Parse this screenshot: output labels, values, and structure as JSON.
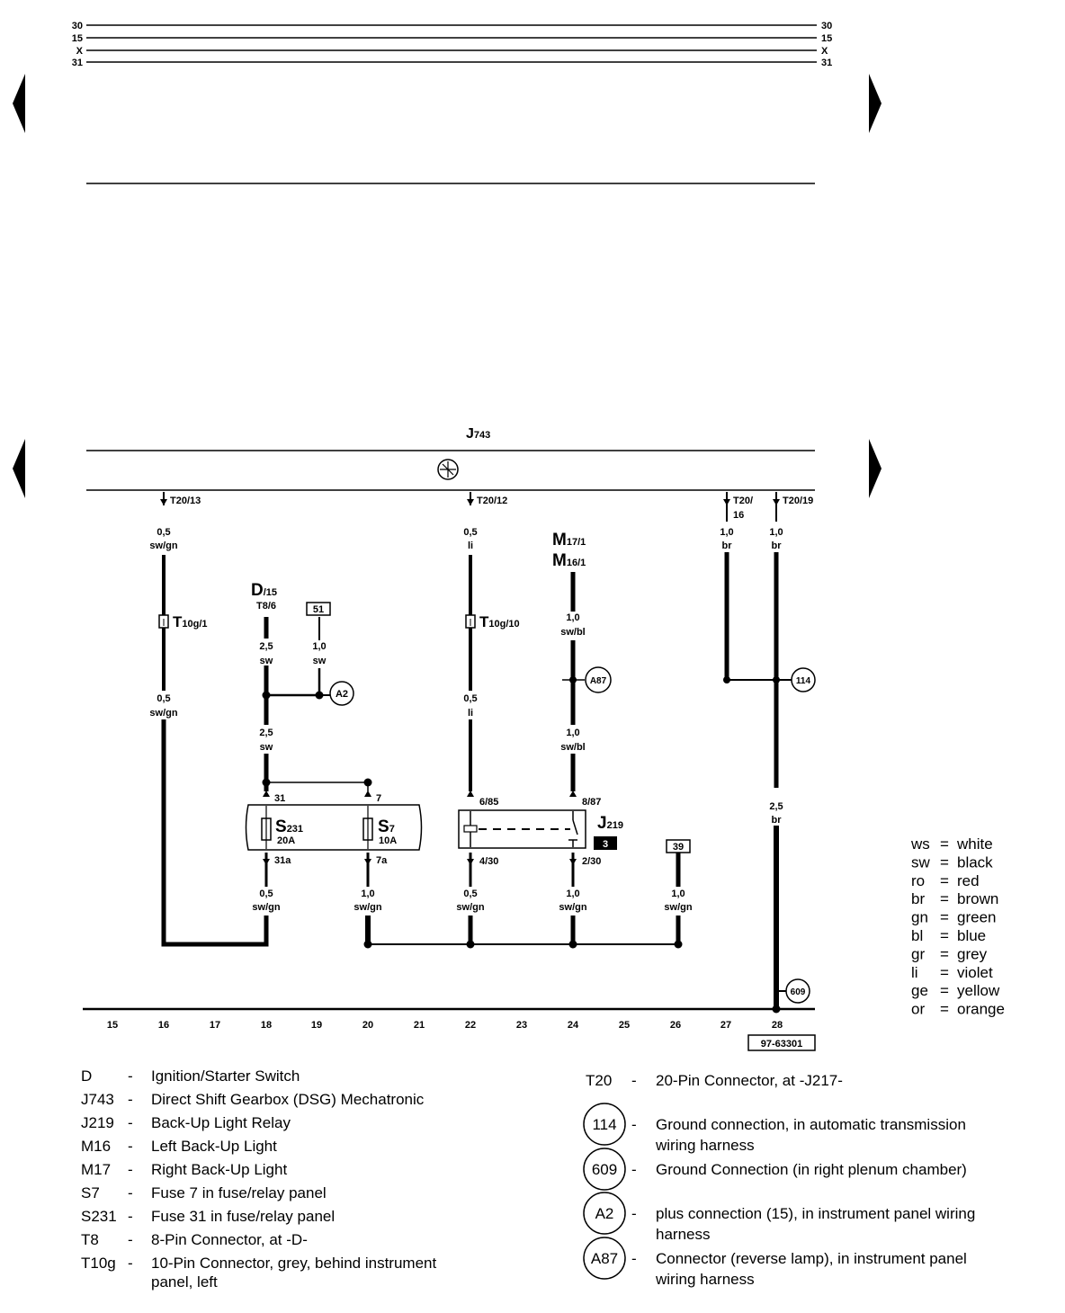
{
  "rails": {
    "left": [
      "30",
      "15",
      "X",
      "31"
    ],
    "right": [
      "30",
      "15",
      "X",
      "31"
    ]
  },
  "component_top": {
    "name": "J",
    "sub": "743",
    "pins": [
      "T20/13",
      "T20/12",
      "T20/",
      "16",
      "T20/19"
    ]
  },
  "wires": {
    "w1_top": [
      "0,5",
      "sw/gn"
    ],
    "w1_mid": [
      "0,5",
      "sw/gn"
    ],
    "w2_top": [
      "0,5",
      "li"
    ],
    "w2_mid": [
      "0,5",
      "li"
    ],
    "w3_top": [
      "1,0",
      "br"
    ],
    "w4_top": [
      "1,0",
      "br"
    ],
    "w4_mid": [
      "2,5",
      "br"
    ],
    "d_wire": [
      "2,5",
      "sw"
    ],
    "d_wire2": [
      "2,5",
      "sw"
    ],
    "c51_wire": [
      "1,0",
      "sw"
    ],
    "m_wire": [
      "1,0",
      "sw/bl"
    ],
    "m_wire2": [
      "1,0",
      "sw/bl"
    ],
    "b1": [
      "0,5",
      "sw/gn"
    ],
    "b2": [
      "1,0",
      "sw/gn"
    ],
    "b3": [
      "0,5",
      "sw/gn"
    ],
    "b4": [
      "1,0",
      "sw/gn"
    ],
    "b5": [
      "1,0",
      "sw/gn"
    ]
  },
  "connectors": {
    "t10g1": {
      "name": "T",
      "sub": "10g/1"
    },
    "t10g10": {
      "name": "T",
      "sub": "10g/10"
    }
  },
  "d_switch": {
    "name": "D",
    "sub": "/15",
    "pin": "T8/6"
  },
  "m_lights": {
    "m17": "M",
    "m17_sub": "17/1",
    "m16": "M",
    "m16_sub": "16/1"
  },
  "boxes": {
    "b51": "51",
    "b39": "39",
    "b3": "3"
  },
  "circles": {
    "a2": "A2",
    "a87": "A87",
    "g114": "114",
    "g609": "609"
  },
  "fuses": {
    "s231": {
      "name": "S",
      "sub": "231",
      "amp": "20A",
      "in": "31",
      "out": "31a"
    },
    "s7": {
      "name": "S",
      "sub": "7",
      "amp": "10A",
      "in": "7",
      "out": "7a"
    }
  },
  "relay": {
    "name": "J",
    "sub": "219",
    "p1": "6/85",
    "p2": "8/87",
    "p3": "4/30",
    "p4": "2/30"
  },
  "tracks": [
    "15",
    "16",
    "17",
    "18",
    "19",
    "20",
    "21",
    "22",
    "23",
    "24",
    "25",
    "26",
    "27",
    "28"
  ],
  "drawing_code": "97-63301",
  "color_key": [
    {
      "code": "ws",
      "name": "white"
    },
    {
      "code": "sw",
      "name": "black"
    },
    {
      "code": "ro",
      "name": "red"
    },
    {
      "code": "br",
      "name": "brown"
    },
    {
      "code": "gn",
      "name": "green"
    },
    {
      "code": "bl",
      "name": "blue"
    },
    {
      "code": "gr",
      "name": "grey"
    },
    {
      "code": "li",
      "name": "violet"
    },
    {
      "code": "ge",
      "name": "yellow"
    },
    {
      "code": "or",
      "name": "orange"
    }
  ],
  "legend_left": [
    {
      "code": "D",
      "lines": [
        "Ignition/Starter Switch"
      ]
    },
    {
      "code": "J743",
      "lines": [
        "Direct Shift Gearbox (DSG) Mechatronic"
      ]
    },
    {
      "code": "J219",
      "lines": [
        "Back-Up Light Relay"
      ]
    },
    {
      "code": "M16",
      "lines": [
        "Left Back-Up Light"
      ]
    },
    {
      "code": "M17",
      "lines": [
        "Right Back-Up Light"
      ]
    },
    {
      "code": "S7",
      "lines": [
        "Fuse 7 in fuse/relay panel"
      ]
    },
    {
      "code": "S231",
      "lines": [
        "Fuse 31 in fuse/relay panel"
      ]
    },
    {
      "code": "T8",
      "lines": [
        "8-Pin Connector, at -D-"
      ]
    },
    {
      "code": "T10g",
      "lines": [
        "10-Pin Connector, grey, behind instrument",
        "panel, left"
      ]
    }
  ],
  "legend_right": [
    {
      "code": "T20",
      "circle": false,
      "lines": [
        "20-Pin Connector, at -J217-"
      ]
    },
    {
      "code": "114",
      "circle": true,
      "lines": [
        "Ground connection, in automatic transmission",
        "wiring harness"
      ]
    },
    {
      "code": "609",
      "circle": true,
      "lines": [
        "Ground Connection (in right plenum chamber)"
      ]
    },
    {
      "code": "A2",
      "circle": true,
      "lines": [
        "plus connection (15), in instrument panel wiring",
        "harness"
      ]
    },
    {
      "code": "A87",
      "circle": true,
      "lines": [
        "Connector (reverse lamp), in instrument panel",
        "wiring harness"
      ]
    }
  ]
}
